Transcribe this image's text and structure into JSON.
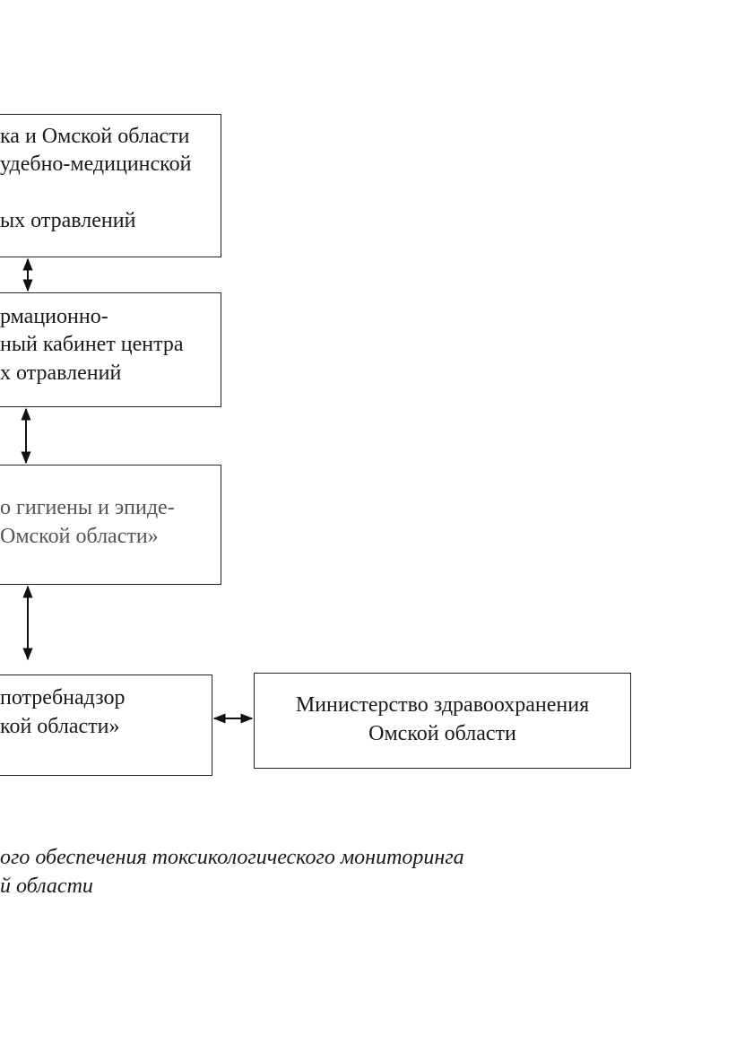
{
  "boxes": {
    "lab": {
      "line1": "ка и Омской области",
      "line2": "удебно-медицинской",
      "line3": "ых отравлений"
    },
    "info_cabinet": {
      "line1": "рмационно-",
      "line2": "ный кабинет центра",
      "line3": "х отравлений"
    },
    "hygiene_center": {
      "line1": "о гигиены и эпиде-",
      "line2": "Омской области»"
    },
    "rospotrebnadzor": {
      "line1": "потребнадзор",
      "line2": "кой области»"
    },
    "ministry": {
      "line1": "Министерство здравоохранения",
      "line2": "Омской области"
    }
  },
  "caption": {
    "line1": "ого обеспечения токсикологического мониторинга",
    "line2": "й области"
  },
  "colors": {
    "border": "#222222",
    "text": "#1a1a1a",
    "muted_text": "#555555"
  }
}
